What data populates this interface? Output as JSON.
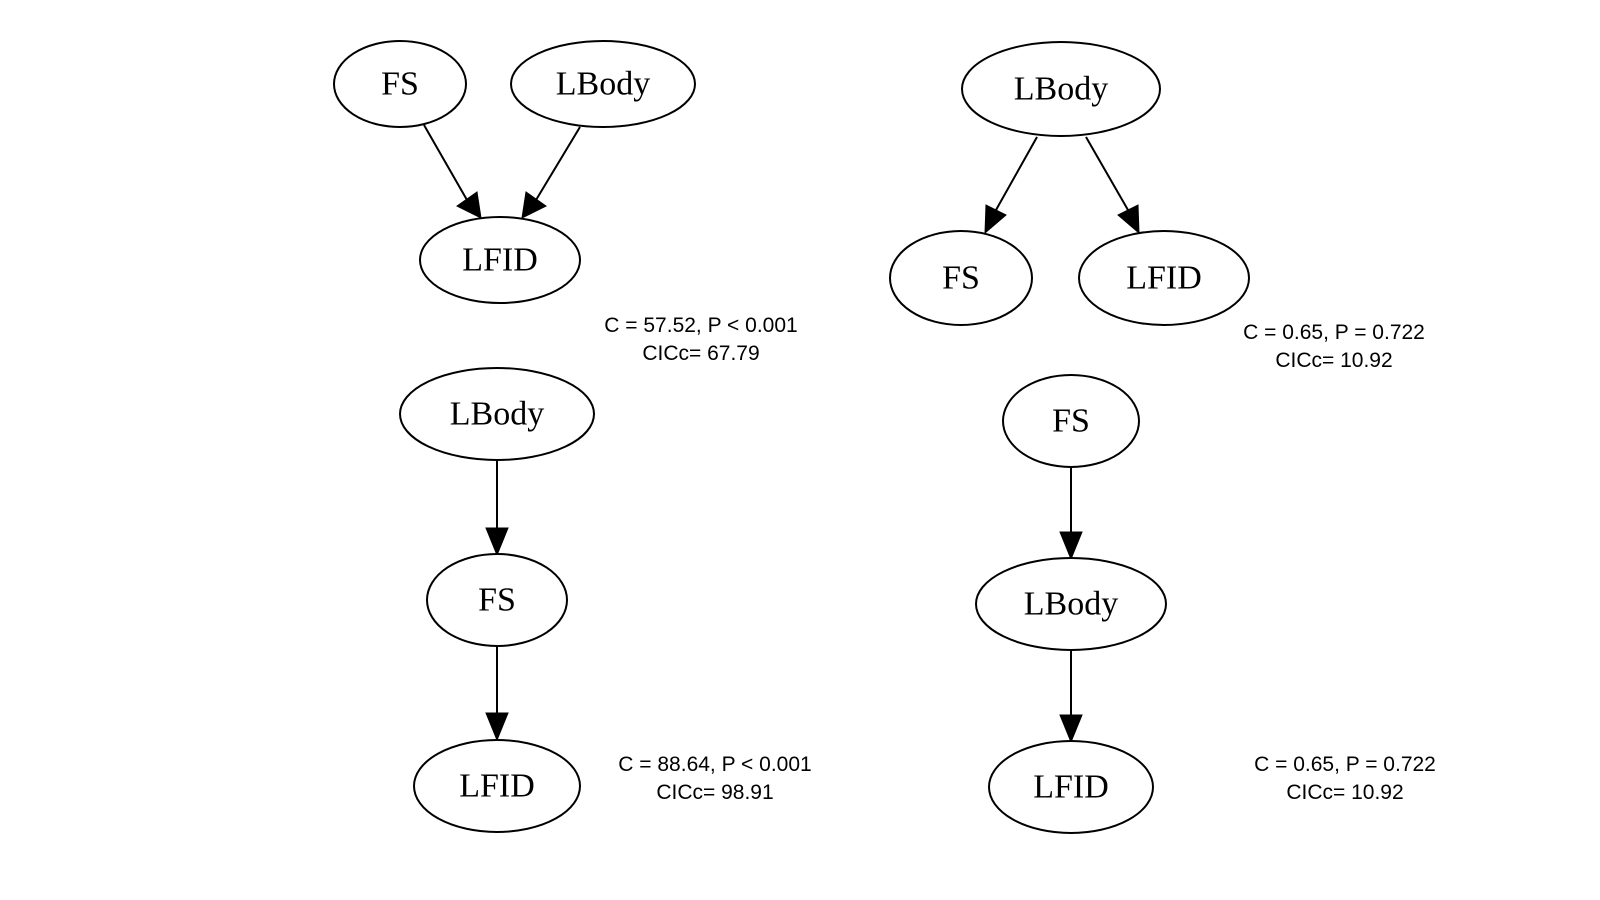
{
  "diagrams": [
    {
      "nodes": {
        "fs": "FS",
        "lbody": "LBody",
        "lfid": "LFID"
      },
      "edges": [
        [
          "fs",
          "lfid"
        ],
        [
          "lbody",
          "lfid"
        ]
      ],
      "stats": {
        "line1": "C = 57.52, P < 0.001",
        "line2": "CICc= 67.79"
      }
    },
    {
      "nodes": {
        "lbody": "LBody",
        "fs": "FS",
        "lfid": "LFID"
      },
      "edges": [
        [
          "lbody",
          "fs"
        ],
        [
          "lbody",
          "lfid"
        ]
      ],
      "stats": {
        "line1": "C = 0.65, P = 0.722",
        "line2": "CICc= 10.92"
      }
    },
    {
      "nodes": {
        "lbody": "LBody",
        "fs": "FS",
        "lfid": "LFID"
      },
      "edges": [
        [
          "lbody",
          "fs"
        ],
        [
          "fs",
          "lfid"
        ]
      ],
      "stats": {
        "line1": "C = 88.64, P < 0.001",
        "line2": "CICc= 98.91"
      }
    },
    {
      "nodes": {
        "fs": "FS",
        "lbody": "LBody",
        "lfid": "LFID"
      },
      "edges": [
        [
          "fs",
          "lbody"
        ],
        [
          "lbody",
          "lfid"
        ]
      ],
      "stats": {
        "line1": "C = 0.65, P = 0.722",
        "line2": "CICc= 10.92"
      }
    }
  ]
}
